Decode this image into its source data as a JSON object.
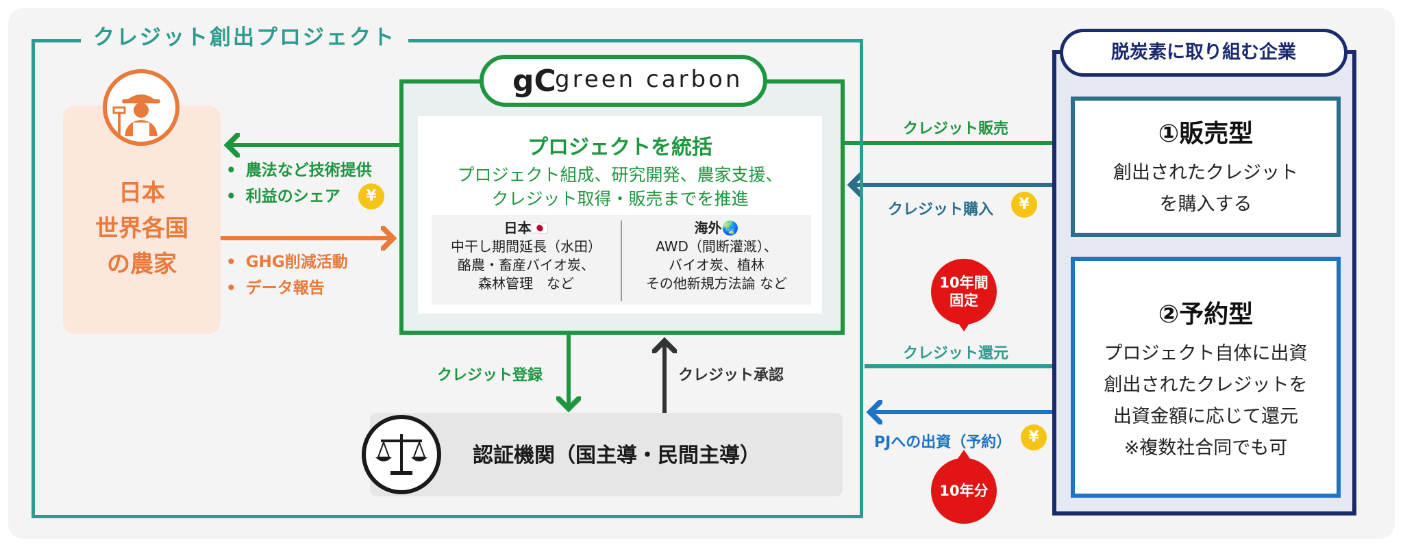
{
  "project": {
    "title": "クレジット創出プロジェクト"
  },
  "farmers": {
    "line1": "日本",
    "line2": "世界各国",
    "line3": "の農家"
  },
  "left_bullets_top": [
    "農法など技術提供",
    "利益のシェア"
  ],
  "left_bullets_bottom": [
    "GHG削減活動",
    "データ報告"
  ],
  "currency_symbol": "¥",
  "green_carbon": {
    "logo_mark": "gC",
    "logo_text": "green carbon",
    "title": "プロジェクトを統括",
    "sub1": "プロジェクト組成、研究開発、農家支援、",
    "sub2": "クレジット取得・販売までを推進",
    "japan": {
      "header": "日本🇯🇵",
      "lines": [
        "中干し期間延長（水田）",
        "酪農・畜産バイオ炭、",
        "森林管理　など"
      ]
    },
    "overseas": {
      "header": "海外🌏",
      "lines": [
        "AWD（間断灌漑）、",
        "バイオ炭、植林",
        "その他新規方法論 など"
      ]
    }
  },
  "certification": {
    "label": "認証機関（国主導・民間主導）"
  },
  "arrows": {
    "register": "クレジット登録",
    "approve": "クレジット承認",
    "sell": "クレジット販売",
    "buy": "クレジット購入",
    "return": "クレジット還元",
    "invest": "PJへの出資（予約）"
  },
  "badges": {
    "fixed_line1": "10年間",
    "fixed_line2": "固定",
    "years": "10年分"
  },
  "corporate": {
    "title": "脱炭素に取り組む企業",
    "type1": {
      "title": "①販売型",
      "lines": [
        "創出されたクレジット",
        "を購入する"
      ]
    },
    "type2": {
      "title": "②予約型",
      "lines": [
        "プロジェクト自体に出資",
        "創出されたクレジットを",
        "出資金額に応じて還元",
        "※複数社合同でも可"
      ]
    }
  },
  "colors": {
    "teal": "#2f9a8f",
    "green": "#1e9640",
    "orange": "#e87a3b",
    "navy": "#1b2a6b",
    "blue": "#1e73c4",
    "red": "#e21414",
    "coin": "#f6c416"
  }
}
